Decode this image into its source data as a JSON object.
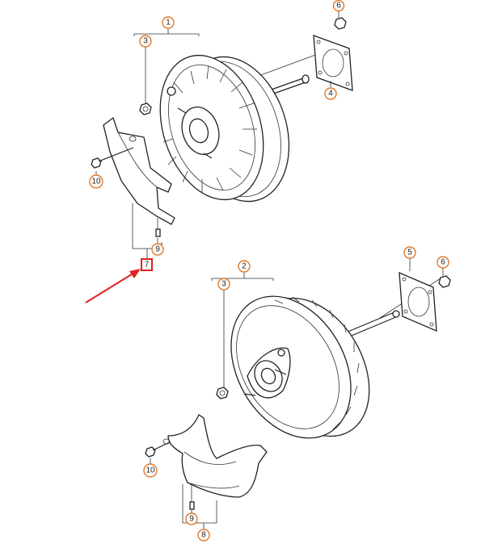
{
  "callouts": {
    "c1": "1",
    "c2": "2",
    "c3a": "3",
    "c3b": "3",
    "c4": "4",
    "c5": "5",
    "c6a": "6",
    "c6b": "6",
    "c7": "7",
    "c8": "8",
    "c9a": "9",
    "c9b": "9",
    "c10a": "10",
    "c10b": "10"
  },
  "colors": {
    "callout_outline": "#e2772a",
    "highlight_box": "#e0201c",
    "arrow": "#e0201c",
    "line_art": "#222222"
  }
}
